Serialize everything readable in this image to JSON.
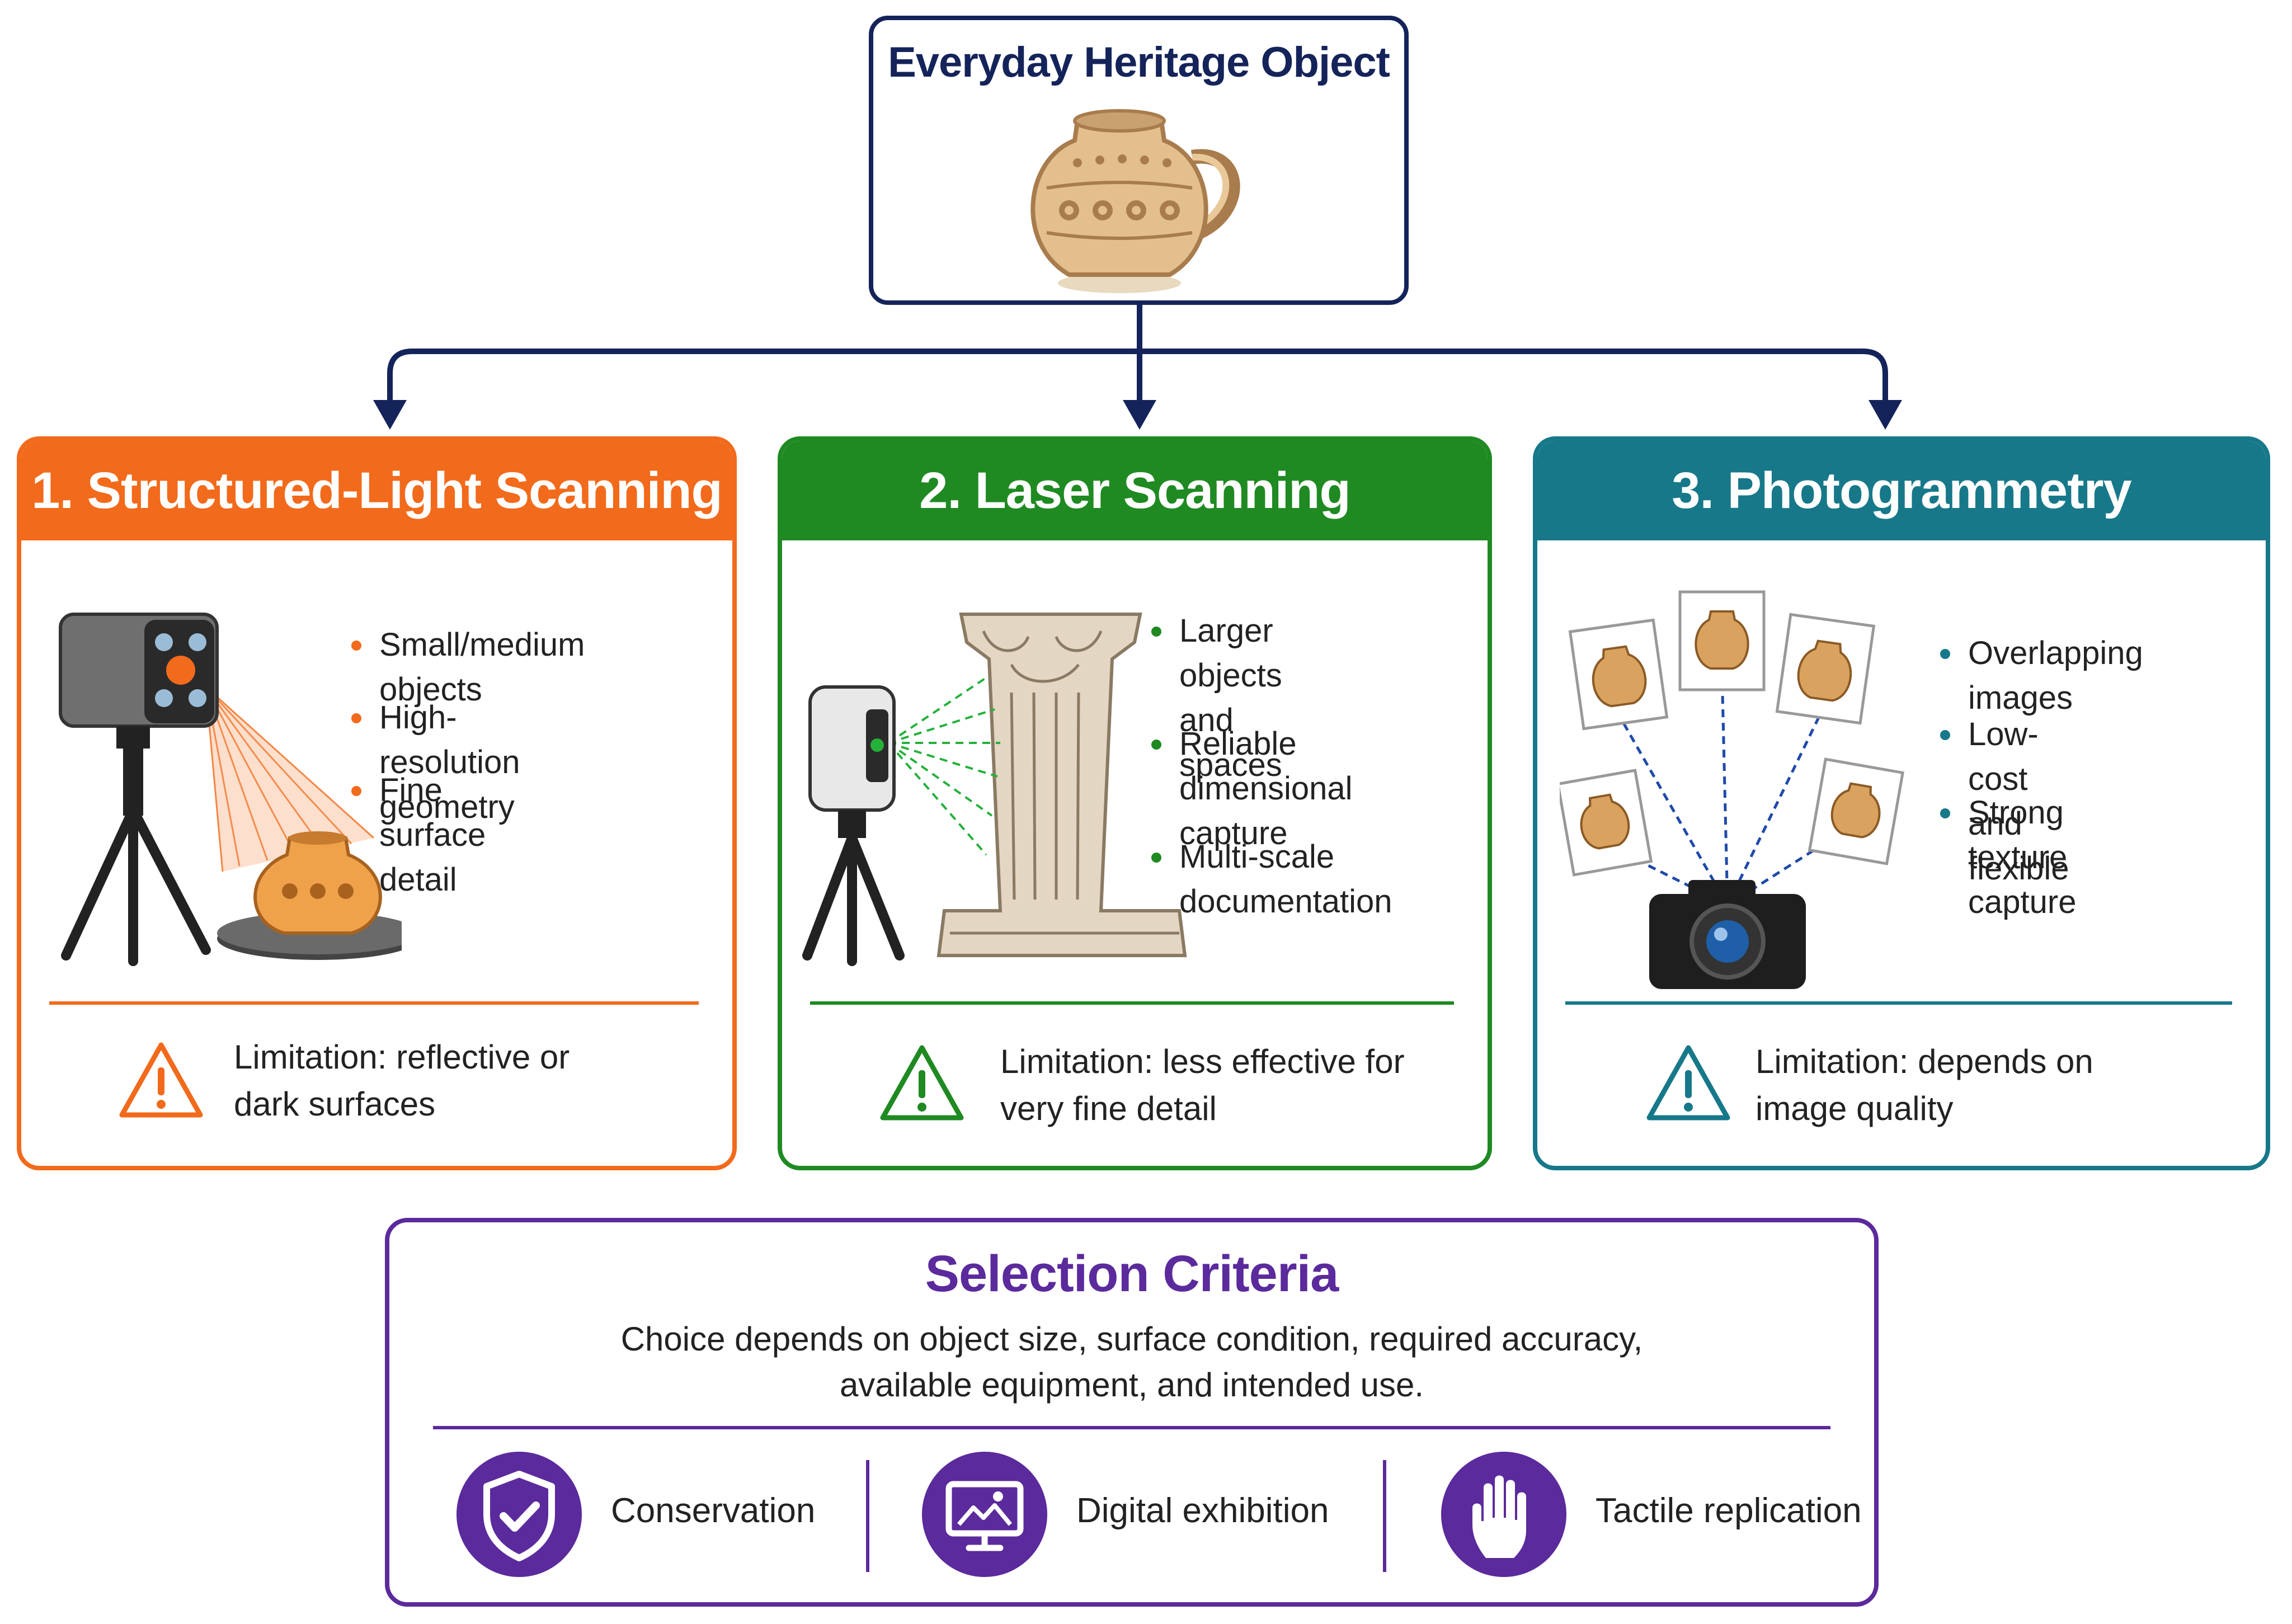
{
  "root": {
    "title": "Everyday Heritage Object"
  },
  "colors": {
    "navy": "#14235a",
    "orange": "#f26a1b",
    "green": "#1f8a22",
    "teal": "#17788a",
    "purple": "#5b2a9c"
  },
  "methods": [
    {
      "title": "1. Structured-Light Scanning",
      "bullets": [
        "Small/medium objects",
        "High-resolution geometry",
        "Fine surface detail"
      ],
      "limitation": "Limitation: reflective or\ndark surfaces"
    },
    {
      "title": "2. Laser Scanning",
      "bullets": [
        "Larger objects and\nspaces",
        "Reliable dimensional\ncapture",
        "Multi-scale\ndocumentation"
      ],
      "limitation": "Limitation: less effective for\nvery fine detail"
    },
    {
      "title": "3. Photogrammetry",
      "bullets": [
        "Overlapping images",
        "Low-cost and flexible",
        "Strong texture\ncapture"
      ],
      "limitation": "Limitation: depends on\nimage quality"
    }
  ],
  "selection": {
    "title": "Selection Criteria",
    "description": "Choice depends on object size, surface condition, required accuracy,\navailable equipment, and intended use.",
    "uses": [
      {
        "label": "Conservation",
        "icon": "shield-check-icon"
      },
      {
        "label": "Digital exhibition",
        "icon": "monitor-image-icon"
      },
      {
        "label": "Tactile replication",
        "icon": "hand-icon"
      }
    ]
  }
}
